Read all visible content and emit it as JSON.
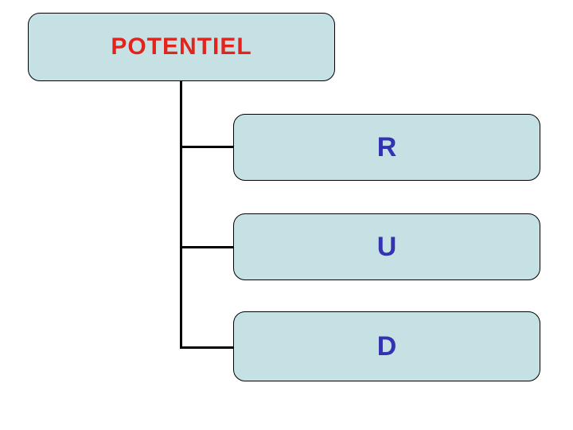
{
  "diagram": {
    "type": "tree",
    "root": {
      "label": "POTENTIEL"
    },
    "children": [
      {
        "label": "R"
      },
      {
        "label": "U"
      },
      {
        "label": "D"
      }
    ]
  },
  "colors": {
    "background": "#FFFFFF",
    "node_fill": "#C5E1E3",
    "node_border": "#000000",
    "root_text": "#E2241D",
    "child_text": "#3333B2",
    "connector": "#000000"
  }
}
